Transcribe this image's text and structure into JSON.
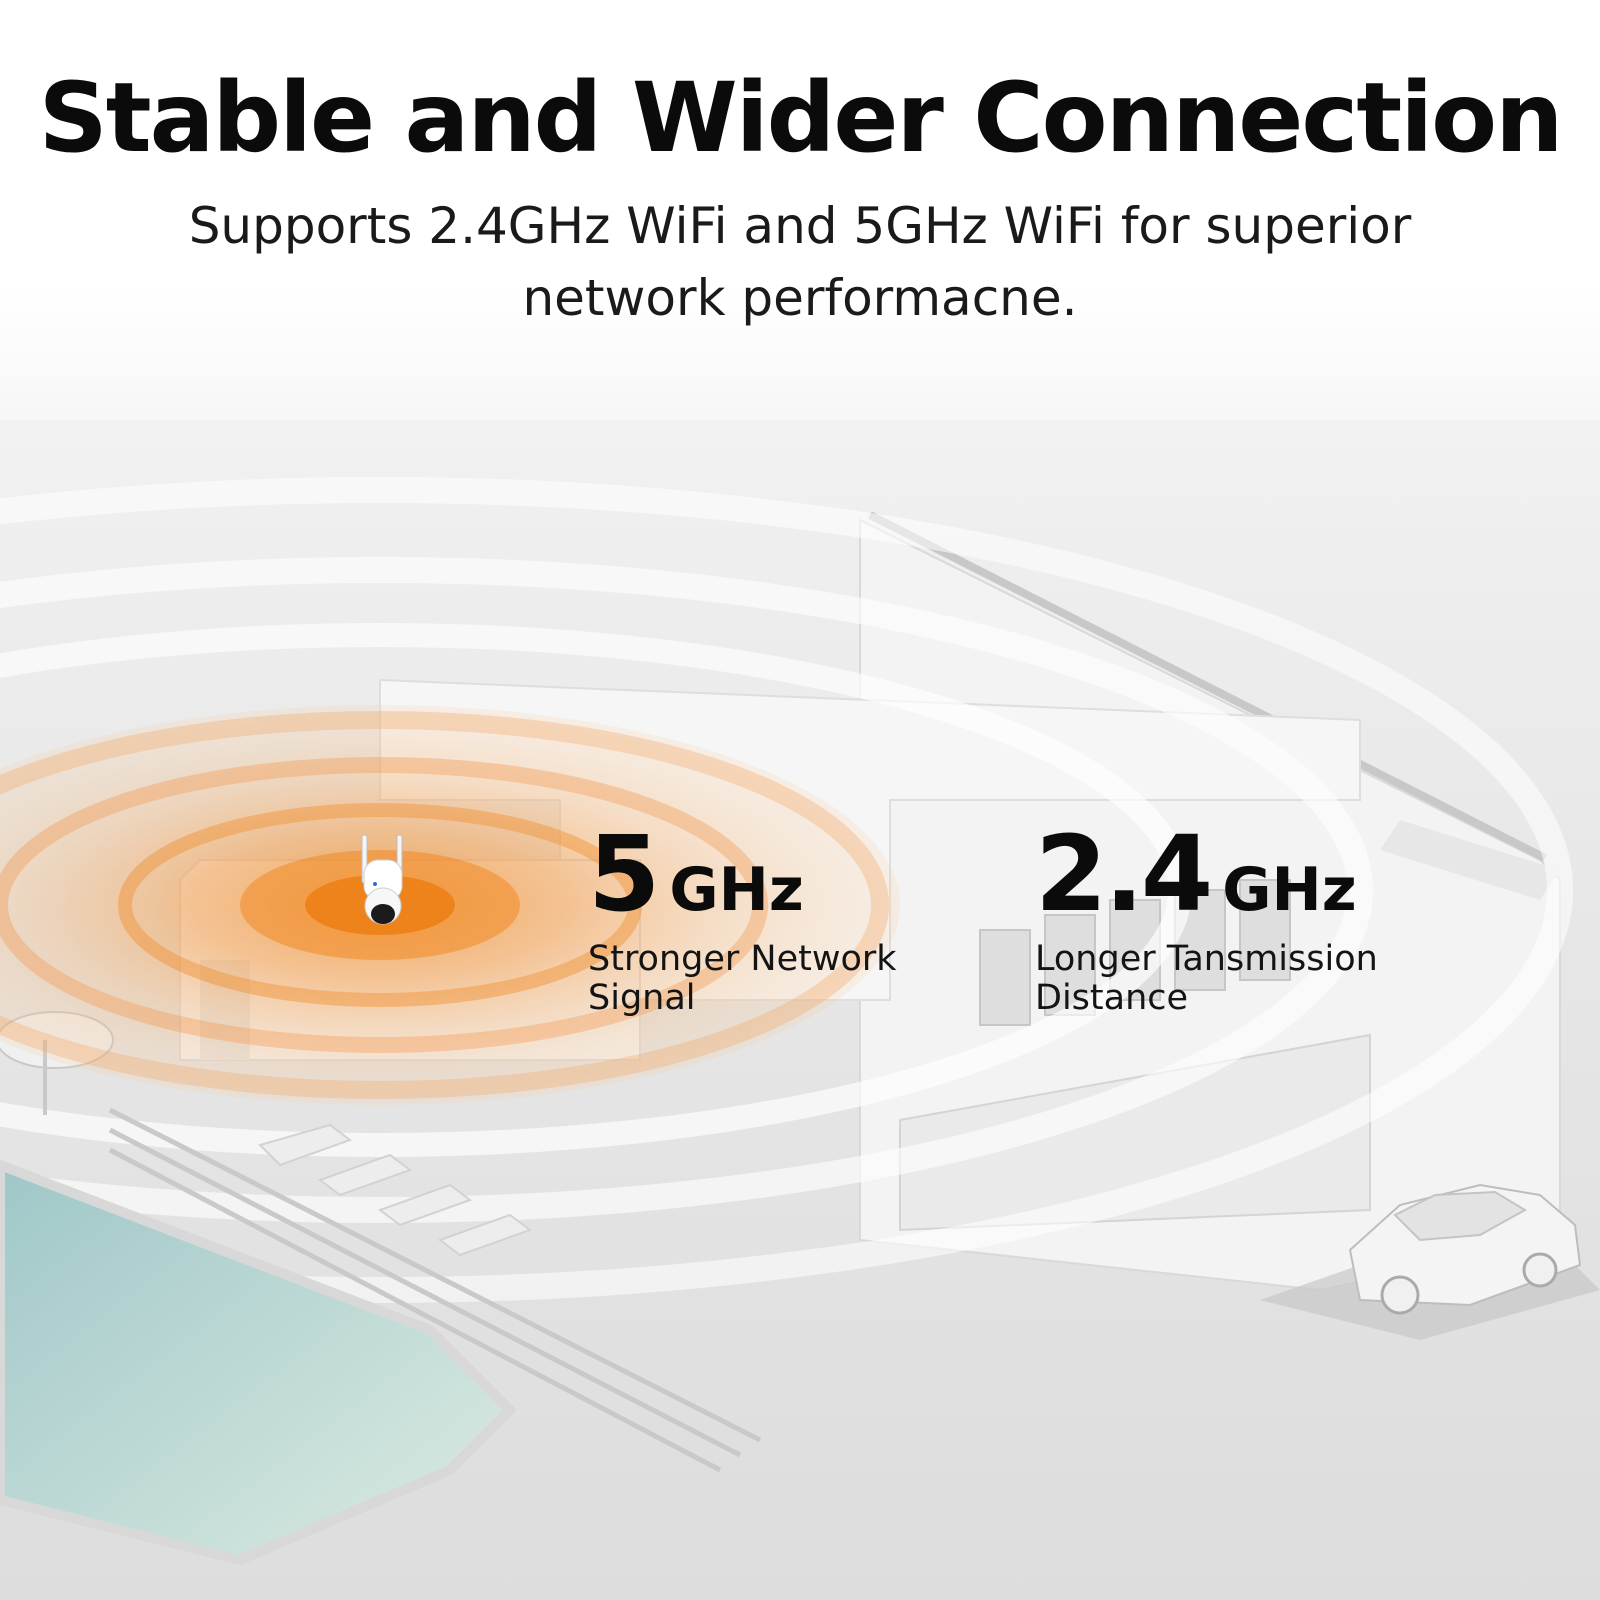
{
  "header": {
    "title": "Stable and Wider Connection",
    "subtitle": "Supports 2.4GHz WiFi and 5GHz WiFi for superior network performacne."
  },
  "bands": [
    {
      "value": "5",
      "unit": "GHz",
      "description": "Stronger Network Signal"
    },
    {
      "value": "2.4",
      "unit": "GHz",
      "description": "Longer Tansmission Distance"
    }
  ],
  "colors": {
    "signal_5ghz": "#f08a24",
    "signal_24ghz": "#ffffff",
    "text": "#0b0b0b",
    "pool": "#9fc7c8"
  },
  "icons": [
    "camera-icon",
    "car-icon",
    "building-illustration",
    "signal-wave-icon"
  ]
}
